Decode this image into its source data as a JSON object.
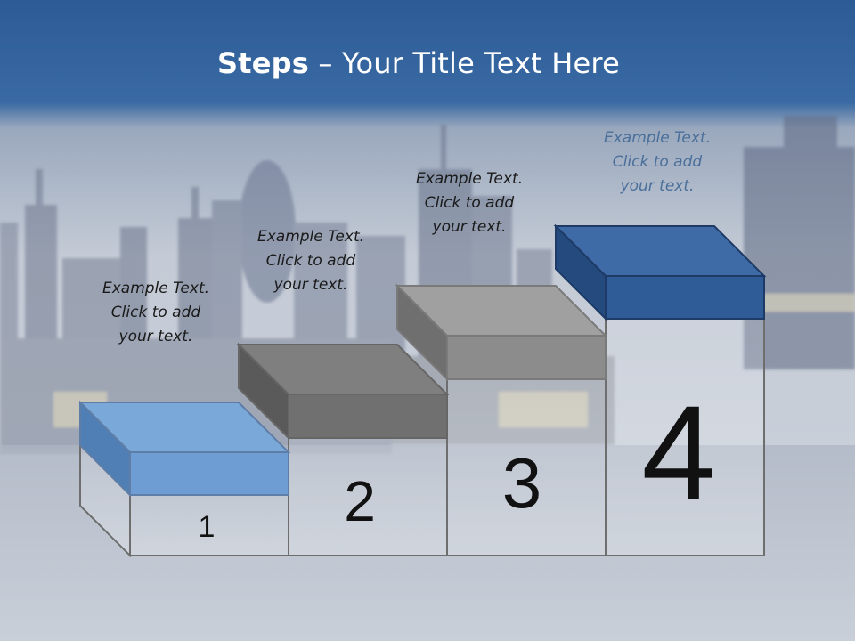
{
  "slide": {
    "title_bold": "Steps",
    "title_rest": " – Your Title Text Here"
  },
  "steps": [
    {
      "number": "1",
      "text_lines": [
        "Example Text.",
        "Click  to add",
        "your text."
      ],
      "color": "#6f9fd4"
    },
    {
      "number": "2",
      "text_lines": [
        "Example Text.",
        "Click  to add",
        "your text."
      ],
      "color": "#7c7c7c"
    },
    {
      "number": "3",
      "text_lines": [
        "Example Text.",
        "Click  to add",
        "your text."
      ],
      "color": "#8e8e8e"
    },
    {
      "number": "4",
      "text_lines": [
        "Example Text.",
        "Click  to add",
        "your text."
      ],
      "color": "#3c639a"
    }
  ],
  "colors": {
    "header": "#2f5f9a",
    "accent_text": "#4a6f9a"
  }
}
